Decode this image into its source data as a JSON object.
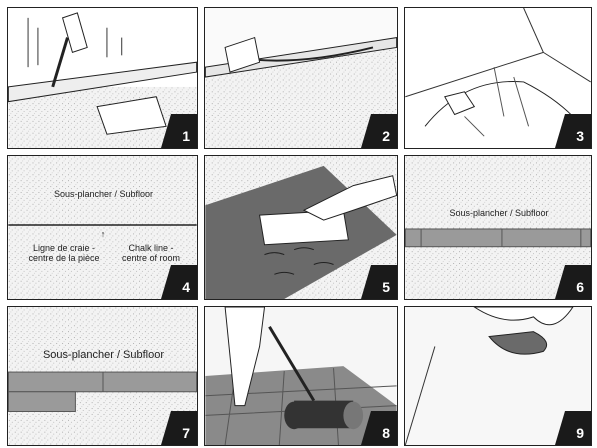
{
  "panels": [
    {
      "number": "1"
    },
    {
      "number": "2"
    },
    {
      "number": "3"
    },
    {
      "number": "4",
      "subfloor_label": "Sous-plancher / Subfloor",
      "chalk_fr_1": "Ligne de craie -",
      "chalk_fr_2": "centre de la pièce",
      "chalk_en_1": "Chalk line -",
      "chalk_en_2": "centre of room"
    },
    {
      "number": "5"
    },
    {
      "number": "6",
      "subfloor_label": "Sous-plancher / Subfloor"
    },
    {
      "number": "7",
      "subfloor_label": "Sous-plancher / Subfloor"
    },
    {
      "number": "8"
    },
    {
      "number": "9"
    }
  ],
  "colors": {
    "border": "#222222",
    "tile": "#9a9a9a",
    "speckle": "#cfcfcf",
    "badge": "#1a1a1a"
  }
}
